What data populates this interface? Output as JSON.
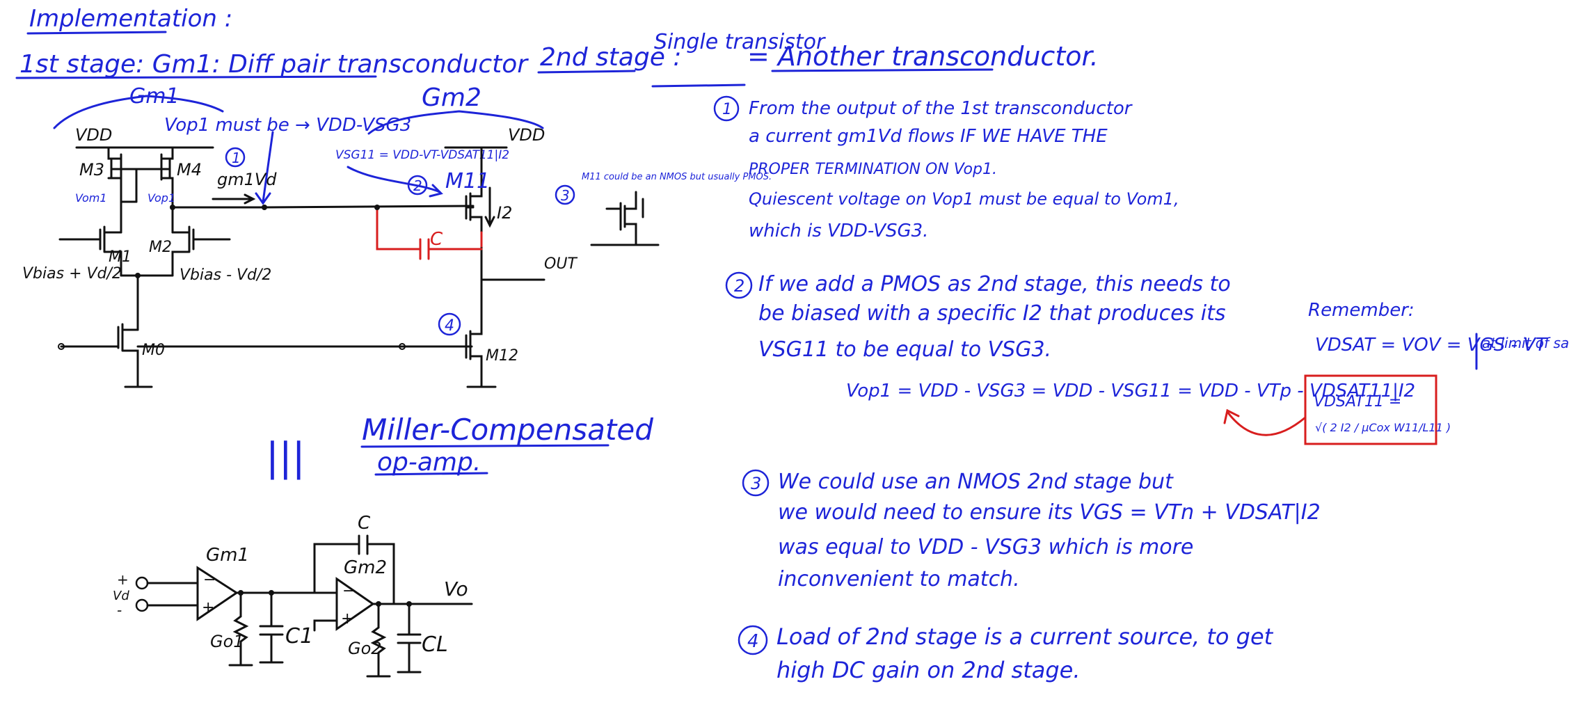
{
  "colors": {
    "ink_blue": "#1d24d8",
    "ink_black": "#111111",
    "ink_red": "#d81e1e",
    "background": "#ffffff"
  },
  "left": {
    "heading": "Implementation :",
    "stage1_title": "1st stage: Gm1: Diff pair transconductor",
    "gm1_label": "Gm1",
    "gm2_label": "Gm2",
    "vop_note": "Vop1 must be → VDD-VSG3",
    "vsg_note": "VSG11 = VDD-VT-VDSAT11|I2",
    "gm1vd_label": "gm1Vd",
    "m11_note": "M11 could be an NMOS but usually PMOS.",
    "circuit": {
      "vdd_left": "VDD",
      "vdd_right": "VDD",
      "m3": "M3",
      "m4": "M4",
      "m1": "M1",
      "m2": "M2",
      "m0": "M0",
      "m11": "M11",
      "m12": "M12",
      "vom1": "Vom1",
      "vop1": "Vop1",
      "vin_plus": "Vbias + Vd/2",
      "vin_minus": "Vbias - Vd/2",
      "out": "OUT",
      "i2": "I2",
      "cap": "C",
      "n1": "1",
      "n2": "2",
      "n3": "3",
      "n4": "4"
    },
    "equiv": "|||",
    "miller_title": "Miller-Compensated",
    "miller_sub": "op-amp.",
    "macro": {
      "gm1": "Gm1",
      "gm2": "Gm2",
      "c": "C",
      "vo": "Vo",
      "vd": "Vd",
      "go1": "Go1",
      "c1": "C1",
      "go2": "Go2",
      "cl": "CL"
    }
  },
  "right": {
    "stage2_prefix": "2nd stage :",
    "stage2_single": "Single transistor",
    "stage2_eq": "= Another transconductor.",
    "note1": [
      "From the output of the 1st transconductor",
      "a current gm1Vd flows IF WE HAVE THE",
      "PROPER TERMINATION ON Vop1.",
      "Quiescent voltage on Vop1 must be equal to Vom1,",
      "which is VDD-VSG3."
    ],
    "note2": [
      "If we add a PMOS as 2nd stage, this needs to",
      "be biased with a specific I2 that produces its",
      "VSG11 to be equal to VSG3."
    ],
    "equation": "Vop1 = VDD - VSG3 = VDD - VSG11 = VDD - VTp - VDSAT11|I2",
    "note3": [
      "We could use an NMOS 2nd stage but",
      "we would need to ensure its VGS = VTn + VDSAT|I2",
      "was equal to VDD - VSG3 which is more",
      "inconvenient to match."
    ],
    "note4": [
      "Load of 2nd stage is a current source, to get",
      "high DC gain on 2nd stage."
    ],
    "nums": {
      "n1": "1",
      "n2": "2",
      "n3": "3",
      "n4": "4"
    },
    "remember_title": "Remember:",
    "remember_eq": "VDSAT = VOV = VGS - VT",
    "remember_note": "at limit of saturation",
    "box_lhs": "VDSAT11 =",
    "box_rhs": "√( 2 I2 / μCox W11/L11 )"
  }
}
